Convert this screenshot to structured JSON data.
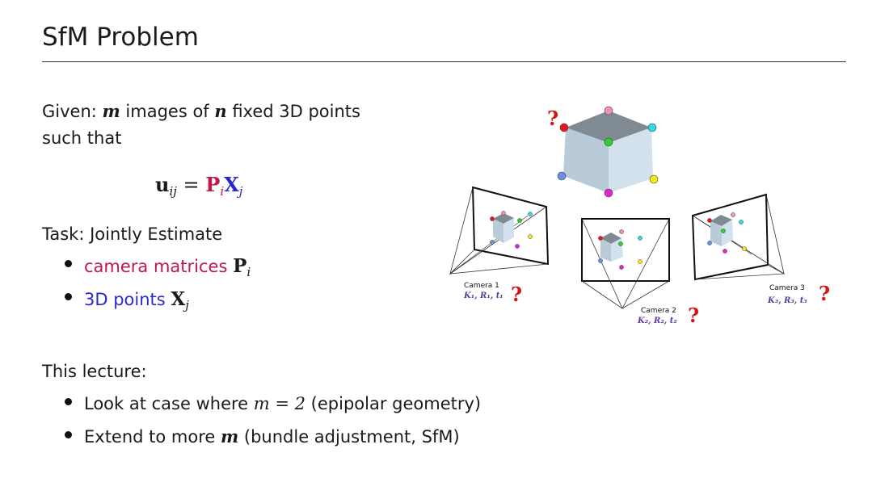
{
  "slide": {
    "title": "SfM Problem",
    "given_prefix": "Given: ",
    "given_m": "m",
    "given_mid1": " images of ",
    "given_n": "n",
    "given_mid2": " fixed 3D points",
    "given_line2": "such that",
    "equation": {
      "lhs": "u",
      "lhs_sub": "ij",
      "eq": " = ",
      "P": "P",
      "P_sub": "i",
      "X": "X",
      "X_sub": "j"
    },
    "task": "Task: Jointly Estimate",
    "task_items": [
      {
        "text": "camera matrices ",
        "symbol": "P",
        "sub": "i"
      },
      {
        "text": "3D points ",
        "symbol": "X",
        "sub": "j"
      }
    ],
    "lecture": "This lecture:",
    "lecture_items": [
      {
        "before": "Look at case where ",
        "math": "m = 2",
        "after": " (epipolar geometry)"
      },
      {
        "before": "Extend to more ",
        "math": "m",
        "after": " (bundle adjustment, SfM)"
      }
    ]
  },
  "figure": {
    "question_mark": "?",
    "cameras": [
      {
        "name": "Camera 1",
        "params": "K₁, R₁, t₁"
      },
      {
        "name": "Camera 2",
        "params": "K₂, R₂, t₂"
      },
      {
        "name": "Camera 3",
        "params": "K₃, R₃, t₃"
      }
    ],
    "point_colors": [
      "#e8141e",
      "#f28fb4",
      "#31d8e6",
      "#2fd12f",
      "#6b8fe0",
      "#e524d0",
      "#f2ea12"
    ],
    "cube_colors": {
      "top": "#7f8a93",
      "left": "#b9cad8",
      "right": "#d3e1ec"
    }
  }
}
